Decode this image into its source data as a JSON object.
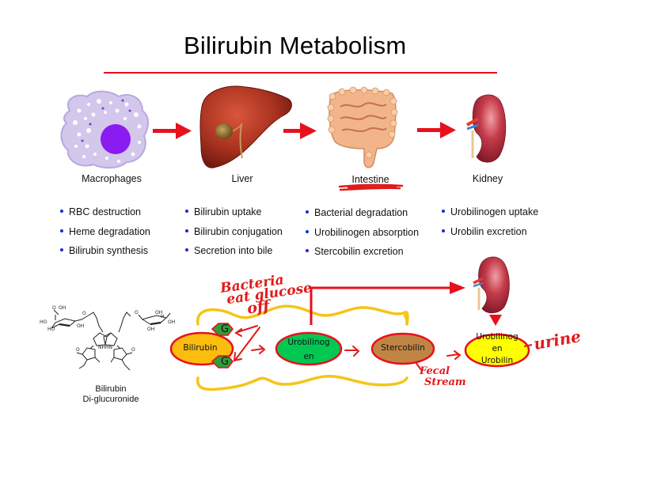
{
  "title": "Bilirubin Metabolism",
  "colors": {
    "accent_red": "#e8101b",
    "bullet_blue": "#1a2ad8",
    "bilirubin_fill": "#fbbd0f",
    "glucuronide_fill": "#2e9d3c",
    "urobilinogen_fill": "#00c853",
    "stercobilin_fill": "#c08545",
    "urobilin_fill": "#ffff00",
    "intestine_wall": "#f5c518",
    "annotation_red": "#e11a1a"
  },
  "organs": [
    {
      "name": "Macrophages",
      "icon": "macrophage-cell-icon",
      "bullets": [
        "RBC destruction",
        "Heme degradation",
        "Bilirubin synthesis"
      ]
    },
    {
      "name": "Liver",
      "icon": "liver-icon",
      "bullets": [
        "Bilirubin uptake",
        "Bilirubin conjugation",
        "Secretion into bile"
      ]
    },
    {
      "name": "Intestine",
      "icon": "intestine-icon",
      "bullets": [
        "Bacterial degradation",
        "Urobilinogen absorption",
        "Stercobilin excretion"
      ]
    },
    {
      "name": "Kidney",
      "icon": "kidney-icon",
      "bullets": [
        "Urobilinogen uptake",
        "Urobilin excretion"
      ]
    }
  ],
  "molecule": {
    "icon": "bilirubin-diglucuronide-structure-icon",
    "caption_line1": "Bilirubin",
    "caption_line2": "Di-glucuronide"
  },
  "pathway": {
    "bilirubin": "Bilirubin",
    "glucuronide_top": "G",
    "glucuronide_bottom": "G",
    "urobilinogen_line1": "Urobilinog",
    "urobilinogen_line2": "en",
    "stercobilin": "Stercobilin",
    "urine_node_line1": "Urobilinog",
    "urine_node_line2": "en",
    "urine_node_line3": "Urobilin"
  },
  "annotations": {
    "bacteria_line1": "Bacteria",
    "bacteria_line2": "eat glucose",
    "bacteria_line3": "off",
    "urine": "urine",
    "fecal_line1": "Fecal",
    "fecal_line2": "Stream"
  }
}
